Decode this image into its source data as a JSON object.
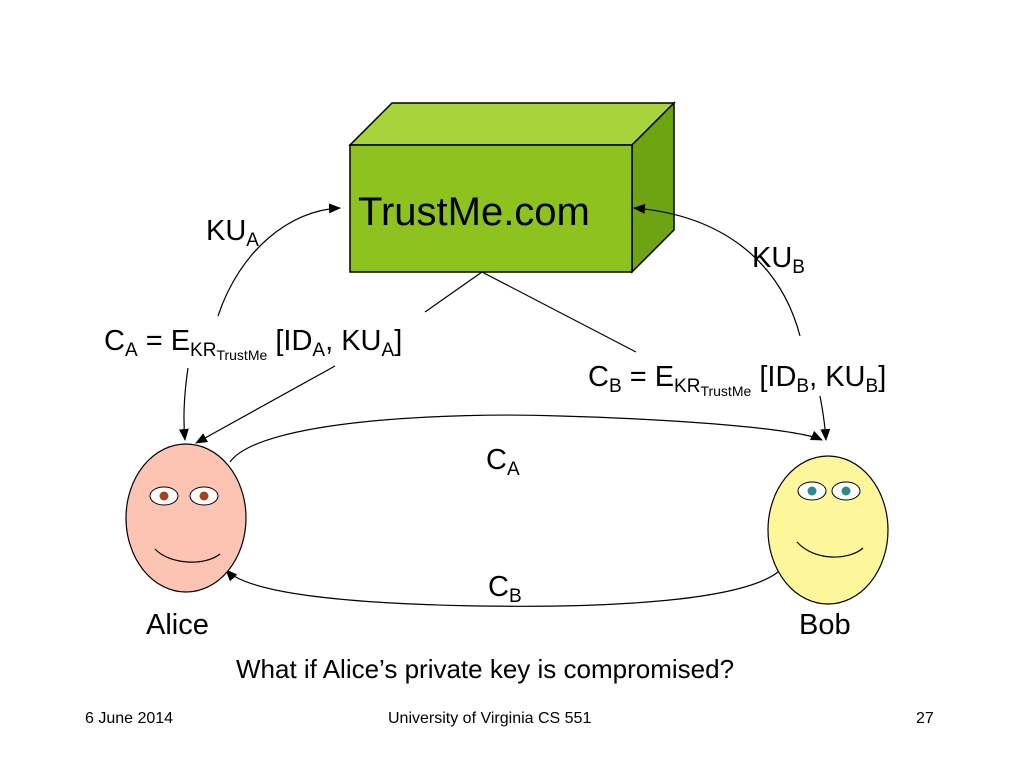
{
  "server": {
    "label": "TrustMe.com",
    "front_color": "#8dc21f",
    "top_color": "#a9d33a",
    "side_color": "#6ea312"
  },
  "alice": {
    "name": "Alice",
    "face_color": "#fdc4b4",
    "eye_color": "#a0441a"
  },
  "bob": {
    "name": "Bob",
    "face_color": "#fbf79a",
    "eye_color": "#2b8a8a"
  },
  "labels": {
    "ku_a": {
      "main": "KU",
      "sub": "A"
    },
    "ku_b": {
      "main": "KU",
      "sub": "B"
    },
    "cert_a": {
      "c": "C",
      "c_sub": "A",
      "eq": " = E",
      "e_sub": "KR",
      "e_subsub": "TrustMe",
      "body1": " [ID",
      "body_sub1": "A",
      "body2": ", KU",
      "body_sub2": "A",
      "body3": "]"
    },
    "cert_b": {
      "c": "C",
      "c_sub": "B",
      "eq": " = E",
      "e_sub": "KR",
      "e_subsub": "TrustMe",
      "body1": " [ID",
      "body_sub1": "B",
      "body2": ", KU",
      "body_sub2": "B",
      "body3": "]"
    },
    "msg_a": {
      "main": "C",
      "sub": "A"
    },
    "msg_b": {
      "main": "C",
      "sub": "B"
    }
  },
  "question": "What if Alice’s private key is compromised?",
  "footer": {
    "date": "6 June 2014",
    "course": "University of Virginia CS 551",
    "page": "27"
  }
}
